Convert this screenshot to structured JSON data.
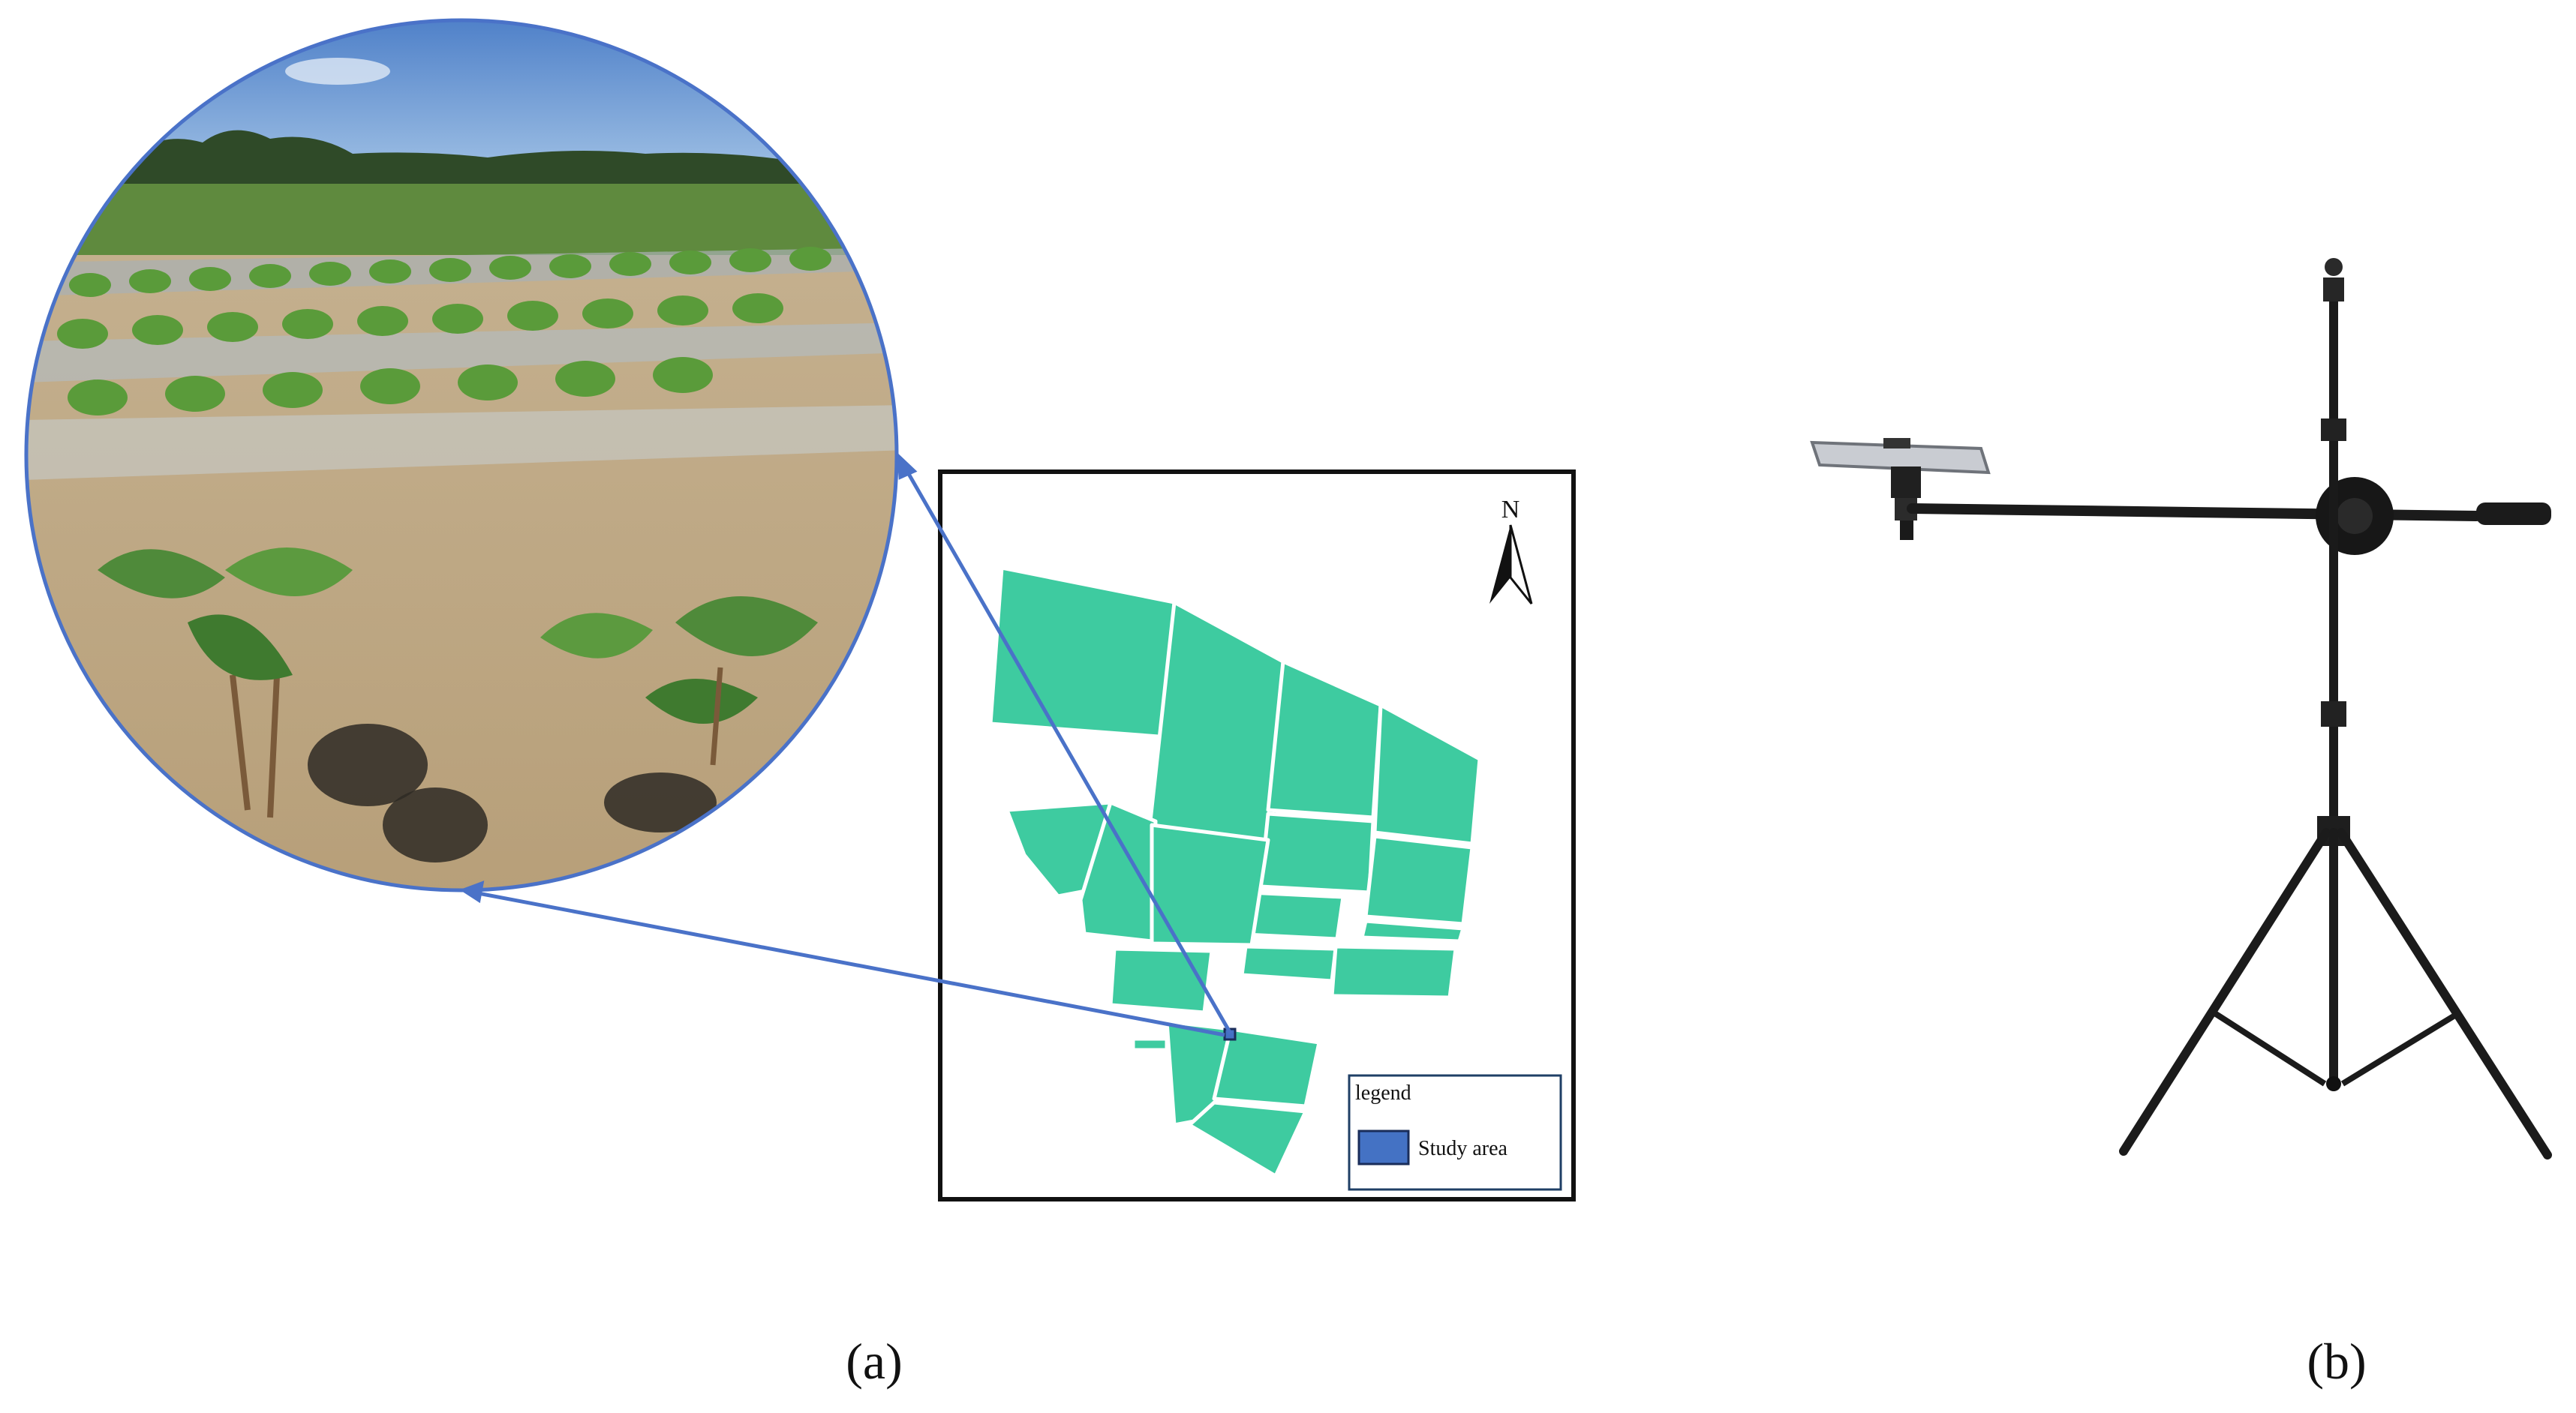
{
  "panel_a": {
    "caption": "(a)",
    "map": {
      "north_label": "N",
      "legend_title": "legend",
      "legend_item": "Study area",
      "field_color": "#3ecba0",
      "study_area_color": "#4472c4",
      "pointer_color": "#4a72c8"
    },
    "photo": {
      "subject": "cotton seedlings in a plastic-mulched field"
    }
  },
  "panel_b": {
    "caption": "(b)",
    "photo": {
      "subject": "phone mounted on a tripod boom stand"
    }
  }
}
